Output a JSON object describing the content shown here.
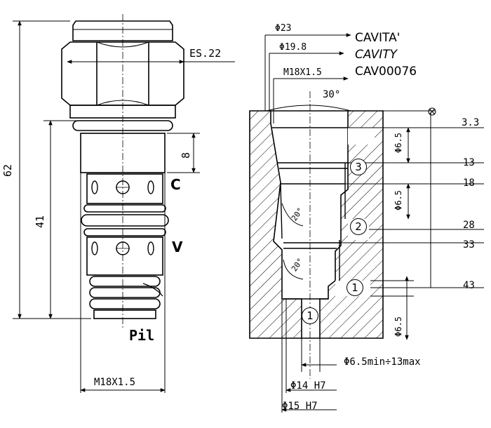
{
  "cartridge": {
    "hex_size": "ES.22",
    "thread": "M18X1.5",
    "overall_length": "62",
    "body_length": "41",
    "nut_height": "8",
    "port_c": "C",
    "port_v": "V",
    "port_pil": "Pil"
  },
  "cavity": {
    "title_it": "CAVITA'",
    "title_en": "CAVITY",
    "code": "CAV00076",
    "dia_23": "Φ23",
    "dia_19_8": "Φ19.8",
    "thread": "M18X1.5",
    "angle_30": "30°",
    "angle_20_a": "20°",
    "angle_20_b": "20°",
    "depth_3_3": "3.3",
    "depth_13": "13",
    "depth_18": "18",
    "depth_28": "28",
    "depth_33": "33",
    "depth_43": "43",
    "dia_6_5_a": "Φ6.5",
    "dia_6_5_b": "Φ6.5",
    "dia_6_5_c": "Φ6.5",
    "dia_6_5_range": "Φ6.5min÷13max",
    "dia_14": "Φ14 H7",
    "dia_15": "Φ15 H7",
    "port_3": "3",
    "port_2": "2",
    "port_1a": "1",
    "port_1b": "1"
  }
}
